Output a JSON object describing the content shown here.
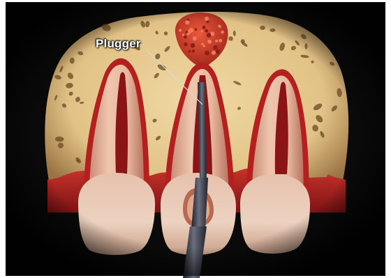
{
  "diagram": {
    "labels": {
      "plugger": "Plugger"
    },
    "structures": [
      "bone",
      "lesion",
      "root-canal",
      "tooth",
      "plugger-instrument"
    ],
    "colors": {
      "frame": "#0a0a0a",
      "bone": "#e6c98d",
      "bone_pore": "#6e4a22",
      "gum": "#b3201e",
      "root": "#e7b79d",
      "canal": "#8a1416",
      "crown": "#e9c7b3",
      "lesion": "#d6452c",
      "instrument": "#3c3f4a"
    }
  }
}
